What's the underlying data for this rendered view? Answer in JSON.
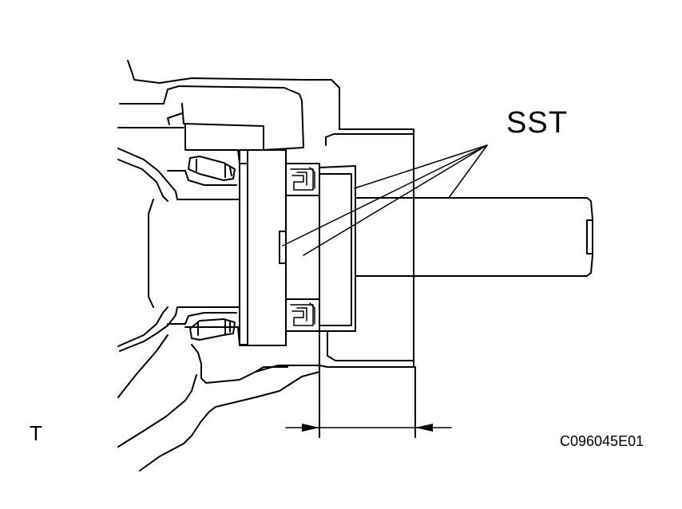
{
  "labels": {
    "sst": "SST",
    "dimension": "T",
    "figure_code": "C096045E01"
  },
  "colors": {
    "ink": "#000000",
    "background": "#ffffff"
  }
}
